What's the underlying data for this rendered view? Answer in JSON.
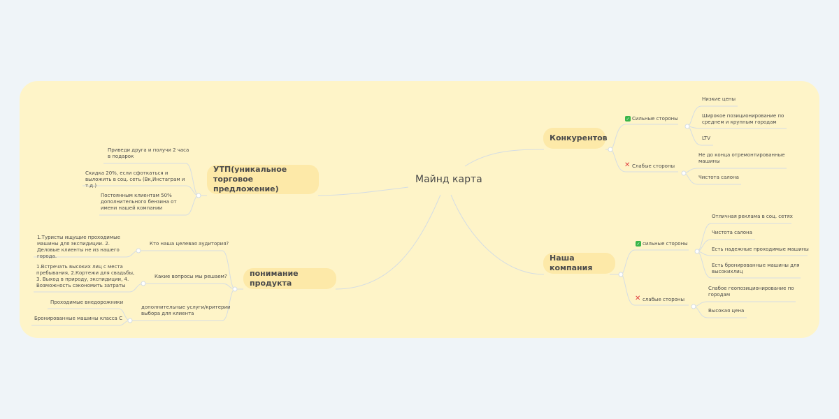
{
  "central": "Майнд карта",
  "topics": {
    "competitors": "Конкурентов",
    "company": "Наша компания",
    "usp": "УТП(уникальное торговое предложение)",
    "product": "понимание продукта"
  },
  "competitors": {
    "strengths_label": "Сильные стороны",
    "strengths": [
      "Низкие цены",
      "Широкое позиционирование по среднем и крупным городам",
      "LTV"
    ],
    "weaknesses_label": "Слабые стороны",
    "weaknesses": [
      "Не до конца отремонтированные машины",
      "Чистота салона"
    ]
  },
  "company": {
    "strengths_label": "сильные стороны",
    "strengths": [
      "Отличная реклама в соц. сетях",
      "Чистота салона",
      "Есть надежные проходимые машины",
      "Есть бронированные машины для высокихлиц"
    ],
    "weaknesses_label": "слабые стороны",
    "weaknesses": [
      "Слабое геопозиционирование по городам",
      "Высокая цена"
    ]
  },
  "usp": {
    "items": [
      "Приведи друга и получи 2 часа в подарок",
      "Скидка 20%, если сфоткаться и выложить в соц. сеть (Вк,Инстаграм и т.д.)",
      "Постоянным клиентам 50% дополнительного бензина от имени нашей компании"
    ]
  },
  "product": {
    "q1": "Кто наша целевая аудитория?",
    "a1": "1.Туристы ищущие проходимые машины для экспидиции. 2. Деловые клиенты не из нашего города.",
    "q2": "Какие вопросы мы решаем?",
    "a2": "1.Встречать высоких лиц с места пребывания, 2.Кортежи для свадьбы, 3. Выход в природу, экспидиции, 4. Возможность сэкономить затраты",
    "q3": "дополнительные услуги/критерии выбора для клиента",
    "a3": [
      "Проходимые внедорожники",
      "Бронированные машины класса С"
    ]
  },
  "colors": {
    "board": "#fef4c8",
    "topic": "#fde9a8",
    "line": "#d5dde3",
    "ok": "#39b54a",
    "bad": "#e04040"
  }
}
